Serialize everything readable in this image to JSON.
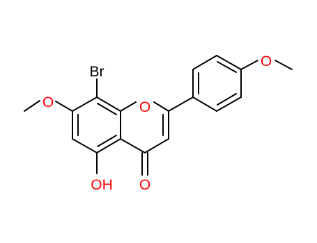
{
  "molecule": {
    "atom_labels": {
      "br": "Br",
      "o_ring": "O",
      "o_methoxy_left": "O",
      "o_methoxy_right": "O",
      "o_carbonyl": "O",
      "oh": "OH"
    },
    "colors": {
      "bond": "#000000",
      "carbon_label": "#000000",
      "oxygen_label": "#ff0000",
      "bromine_label": "#000000",
      "background": "#ffffff"
    }
  }
}
